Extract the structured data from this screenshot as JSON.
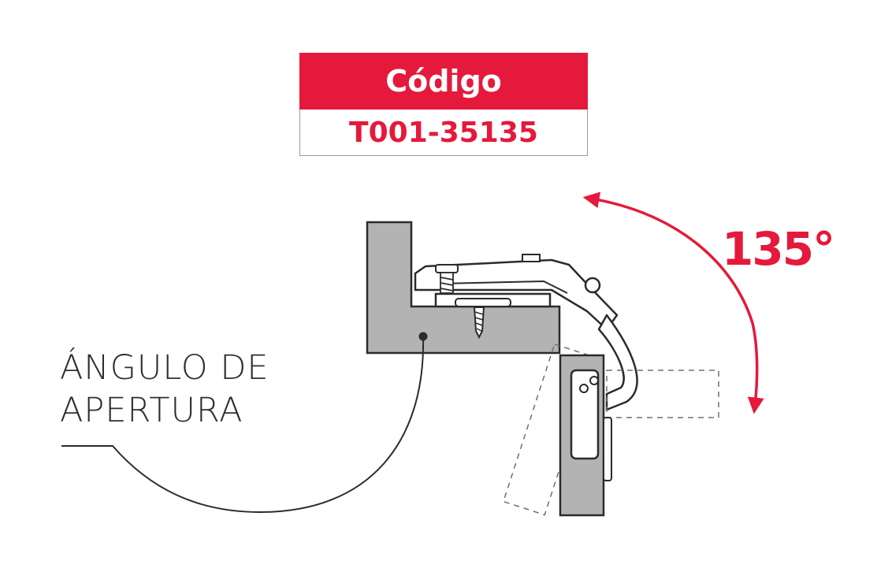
{
  "colors": {
    "accent": "#e5193b",
    "panel": "#b3b3b3",
    "stroke": "#2b2b2b",
    "dashed": "#707070"
  },
  "code_block": {
    "label": "Código",
    "value": "T001-35135"
  },
  "angle": {
    "label": "135°",
    "degrees": 135
  },
  "caption": {
    "line1": "ÁNGULO DE",
    "line2": "APERTURA"
  }
}
